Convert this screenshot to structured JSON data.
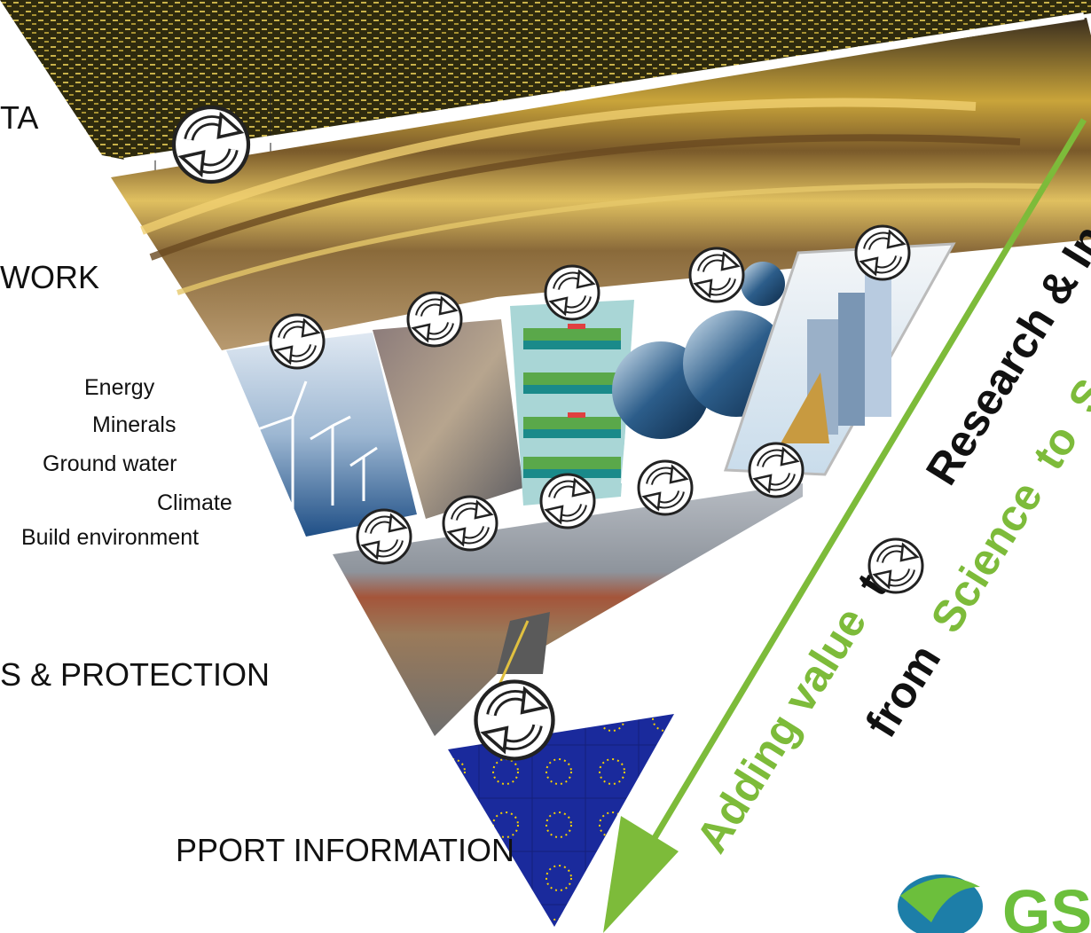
{
  "labels": {
    "data": "TA",
    "framework": "WORK",
    "protection": "S & PROTECTION",
    "support": "PPORT INFORMATION"
  },
  "themes": [
    "Energy",
    "Minerals",
    "Ground water",
    "Climate",
    "Build environment"
  ],
  "arrow_text": {
    "line1_a": "Adding value",
    "line1_b": "to",
    "line1_c": "Research & In",
    "line2_a": "from",
    "line2_b": "Science",
    "line2_c": "to",
    "line2_d": "Soci"
  },
  "logo_text": "GS",
  "colors": {
    "accent_green": "#7dbb3a",
    "logo_green": "#6cbf3c",
    "eu_blue": "#1a2a9c",
    "eu_star": "#f5d000"
  },
  "icons": [
    "refresh-icon"
  ]
}
